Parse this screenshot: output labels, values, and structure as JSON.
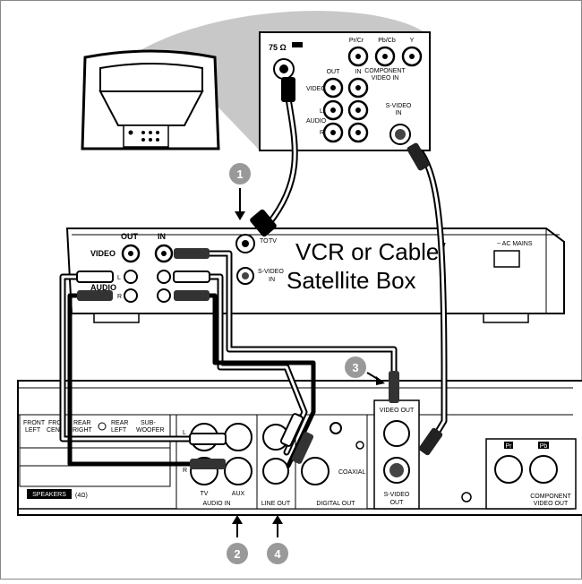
{
  "tv_panel": {
    "impedance": "75 Ω",
    "jack_pr": "Pr/Cr",
    "jack_pb": "Pb/Cb",
    "jack_y": "Y",
    "component_line1": "COMPONENT",
    "component_line2": "VIDEO IN",
    "out": "OUT",
    "in": "IN",
    "video": "VIDEO",
    "l": "L",
    "audio": "AUDIO",
    "r": "R",
    "svideo_line1": "S-VIDEO",
    "svideo_line2": "IN"
  },
  "vcr": {
    "out": "OUT",
    "in": "IN",
    "video": "VIDEO",
    "audio": "AUDIO",
    "l": "L",
    "r": "R",
    "to_tv_line1": "TO",
    "to_tv_line2": "TV",
    "svideo_line1": "S-VIDEO",
    "svideo_line2": "IN",
    "title_line1": "VCR or Cable/",
    "title_line2": "Satellite Box",
    "ac_mains": "~ AC MAINS"
  },
  "receiver": {
    "front_left_1": "FRONT",
    "front_left_2": "LEFT",
    "front_center_1": "FRO",
    "front_center_2": "CENT",
    "rear_right_1": "REAR",
    "rear_right_2": "RIGHT",
    "rear_left_1": "REAR",
    "rear_left_2": "LEFT",
    "sub_1": "SUB-",
    "sub_2": "WOOFER",
    "speakers": "SPEAKERS",
    "ohms": "(4Ω)",
    "l": "L",
    "r": "R",
    "tv": "TV",
    "aux": "AUX",
    "audio_in": "AUDIO IN",
    "line_out": "LINE OUT",
    "coaxial": "COAXIAL",
    "digital_out": "DIGITAL OUT",
    "video_out": "VIDEO OUT",
    "svideo_out_1": "S-VIDEO",
    "svideo_out_2": "OUT",
    "comp_pr": "Pr",
    "comp_pb": "Pb",
    "component_1": "COMPONENT",
    "component_2": "VIDEO OUT"
  },
  "steps": {
    "s1": "1",
    "s2": "2",
    "s3": "3",
    "s4": "4"
  }
}
